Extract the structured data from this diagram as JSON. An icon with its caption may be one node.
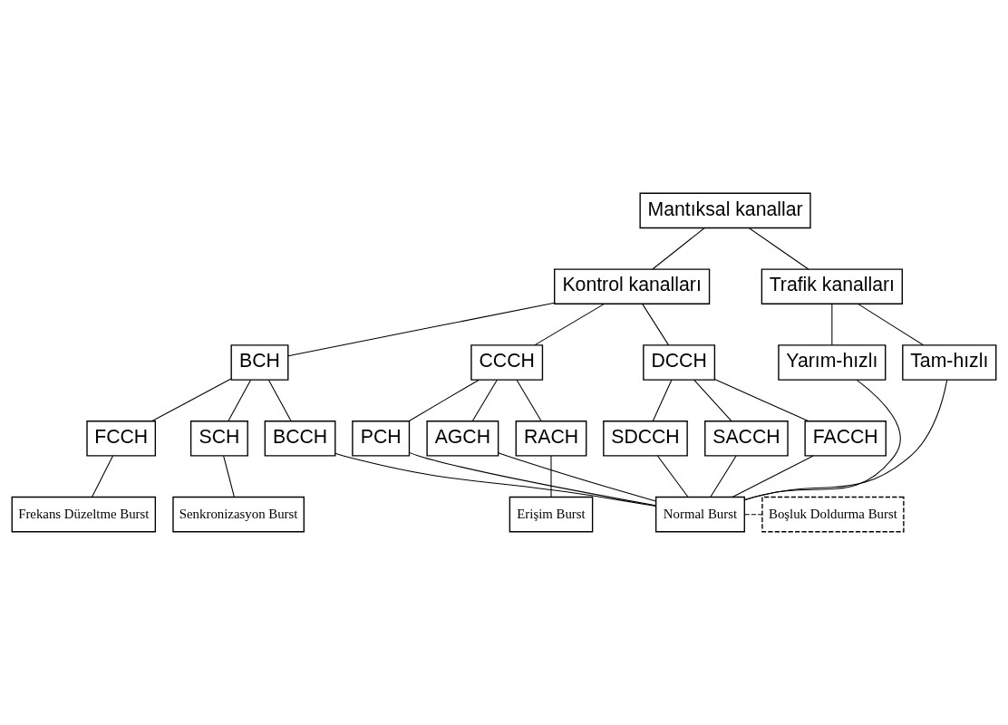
{
  "diagram": {
    "nodes": [
      {
        "text": [
          "Mantıksal kanallar"
        ]
      },
      {
        "text": [
          "Kontrol kanalları"
        ]
      },
      {
        "text": [
          "Trafik kanalları"
        ]
      },
      {
        "text": [
          "BCH"
        ]
      },
      {
        "text": [
          "CCCH"
        ]
      },
      {
        "text": [
          "DCCH"
        ]
      },
      {
        "text": [
          "Yarım-hızlı"
        ]
      },
      {
        "text": [
          "Tam-hızlı"
        ]
      },
      {
        "text": [
          "SDCCH"
        ]
      },
      {
        "text": [
          "SACCH"
        ]
      },
      {
        "text": [
          "FACCH"
        ]
      },
      {
        "text": [
          "FCCH"
        ]
      },
      {
        "text": [
          "SCH"
        ]
      },
      {
        "text": [
          "BCCH"
        ]
      },
      {
        "text": [
          "PCH"
        ]
      },
      {
        "text": [
          "AGCH"
        ]
      },
      {
        "text": [
          "RACH"
        ]
      },
      {
        "text": [
          "Frekans Düzeltme Burst"
        ]
      },
      {
        "text": [
          "Senkronizasyon Burst"
        ]
      },
      {
        "text": [
          "Normal Burst"
        ]
      },
      {
        "text": [
          "Boşluk Doldurma Burst"
        ]
      },
      {
        "text": [
          "Erişim Burst"
        ]
      }
    ],
    "edges": [
      {
        "from": 0,
        "to": 1,
        "arrow": "none"
      },
      {
        "from": 0,
        "to": 2,
        "arrow": "none"
      },
      {
        "from": 1,
        "to": 3,
        "arrow": "none"
      },
      {
        "from": 1,
        "to": 4,
        "arrow": "none"
      },
      {
        "from": 1,
        "to": 5,
        "arrow": "none"
      },
      {
        "from": 2,
        "to": 6,
        "arrow": "none"
      },
      {
        "from": 2,
        "to": 7,
        "arrow": "none"
      },
      {
        "from": 5,
        "to": 8,
        "arrow": "none"
      },
      {
        "from": 5,
        "to": 9,
        "arrow": "none"
      },
      {
        "from": 5,
        "to": 10,
        "arrow": "none"
      },
      {
        "from": 3,
        "to": 11,
        "arrow": "none"
      },
      {
        "from": 3,
        "to": 12,
        "arrow": "none"
      },
      {
        "from": 3,
        "to": 13,
        "arrow": "none"
      },
      {
        "from": 4,
        "to": 14,
        "arrow": "none"
      },
      {
        "from": 4,
        "to": 15,
        "arrow": "none"
      },
      {
        "from": 4,
        "to": 16,
        "arrow": "none"
      },
      {
        "from": 11,
        "to": 17,
        "arrow": "none"
      },
      {
        "from": 12,
        "to": 18,
        "arrow": "none"
      },
      {
        "from": 13,
        "to": 19,
        "arrow": "none"
      },
      {
        "from": 14,
        "to": 19,
        "arrow": "none"
      },
      {
        "from": 15,
        "to": 19,
        "arrow": "none"
      },
      {
        "from": 8,
        "to": 19,
        "arrow": "none"
      },
      {
        "from": 9,
        "to": 19,
        "arrow": "none"
      },
      {
        "from": 10,
        "to": 19,
        "arrow": "none"
      },
      {
        "from": 6,
        "to": 19,
        "arrow": "none"
      },
      {
        "from": 7,
        "to": 19,
        "arrow": "none"
      },
      {
        "from": 16,
        "to": 21,
        "arrow": "none"
      },
      {
        "from": 19,
        "to": 20,
        "arrow": "none",
        "style": "dashed"
      }
    ]
  }
}
